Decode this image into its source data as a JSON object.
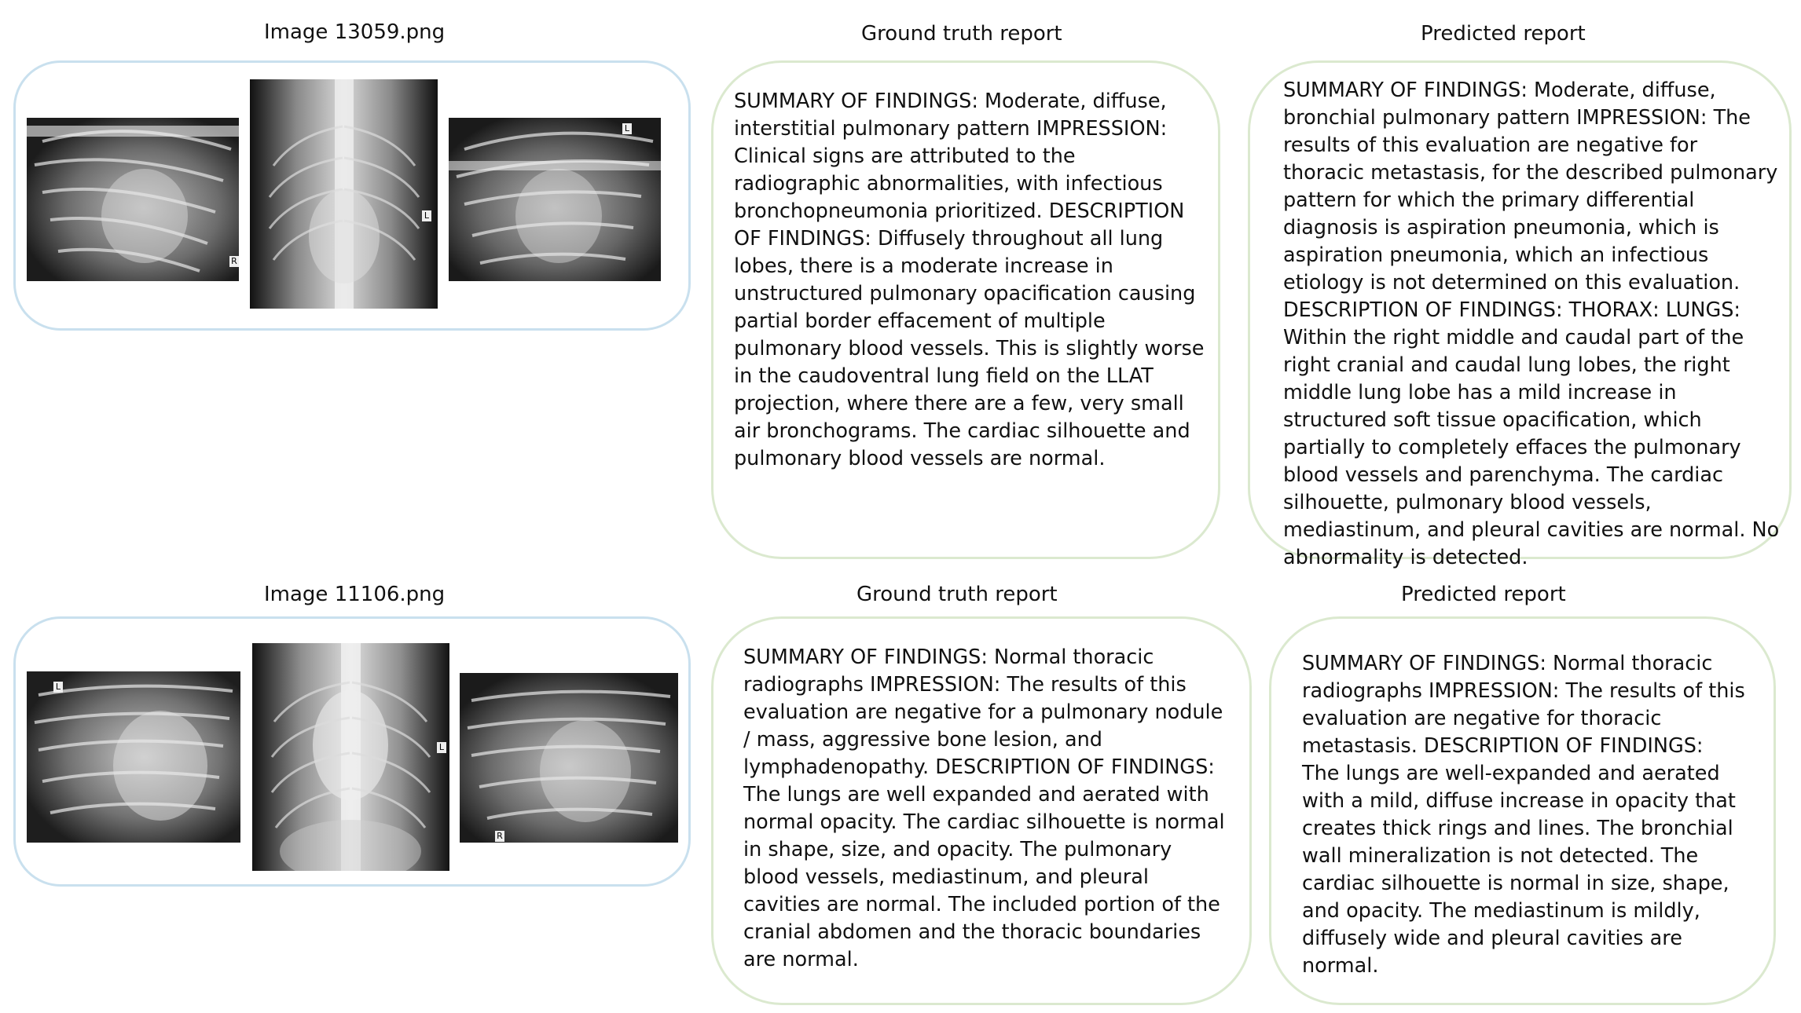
{
  "rows": [
    {
      "image_title": "Image 13059.png",
      "gt_heading": "Ground truth report",
      "pred_heading": "Predicted report",
      "gt_text": "SUMMARY OF FINDINGS: Moderate, diffuse, interstitial pulmonary pattern IMPRESSION: Clinical signs are attributed to the radiographic abnormalities, with infectious bronchopneumonia prioritized. DESCRIPTION OF FINDINGS: Diffusely throughout all lung lobes, there is a moderate increase in unstructured pulmonary opacification causing partial border effacement of multiple pulmonary blood vessels. This is slightly worse in the caudoventral lung field on the LLAT projection, where there are a few, very small air bronchograms. The cardiac silhouette and pulmonary blood vessels are normal.",
      "pred_text": "SUMMARY OF FINDINGS: Moderate, diffuse, bronchial pulmonary pattern IMPRESSION: The results of this evaluation are negative for thoracic metastasis, for the described pulmonary pattern for which the primary differential diagnosis is aspiration pneumonia, which is aspiration pneumonia, which an infectious etiology is not determined on this evaluation. DESCRIPTION OF FINDINGS: THORAX: LUNGS: Within the right middle and caudal part of the right cranial and caudal lung lobes, the right middle lung lobe has a mild increase in structured soft tissue opacification, which partially to completely effaces the pulmonary blood vessels and parenchyma. The cardiac silhouette, pulmonary blood vessels, mediastinum, and pleural cavities are normal. No abnormality is detected.",
      "markers": [
        "R",
        "L",
        "L"
      ]
    },
    {
      "image_title": "Image 11106.png",
      "gt_heading": "Ground truth report",
      "pred_heading": "Predicted report",
      "gt_text": "SUMMARY OF FINDINGS: Normal thoracic radiographs IMPRESSION: The results of this evaluation are negative for a pulmonary nodule / mass, aggressive bone lesion, and lymphadenopathy. DESCRIPTION OF FINDINGS: The lungs are well expanded and aerated with normal opacity. The cardiac silhouette is normal in shape, size, and opacity. The pulmonary blood vessels, mediastinum, and pleural cavities are normal. The included portion of the cranial abdomen and the thoracic boundaries are normal.",
      "pred_text": "SUMMARY OF FINDINGS: Normal thoracic radiographs IMPRESSION: The results of this evaluation are negative for thoracic metastasis. DESCRIPTION OF FINDINGS: The lungs are well-expanded and aerated with a mild, diffuse increase in opacity that creates thick rings and lines. The bronchial wall mineralization is not detected. The cardiac silhouette is normal in size, shape, and opacity. The mediastinum is mildly, diffusely wide and pleural cavities are normal.",
      "markers": [
        "L",
        "L",
        "R"
      ]
    }
  ]
}
